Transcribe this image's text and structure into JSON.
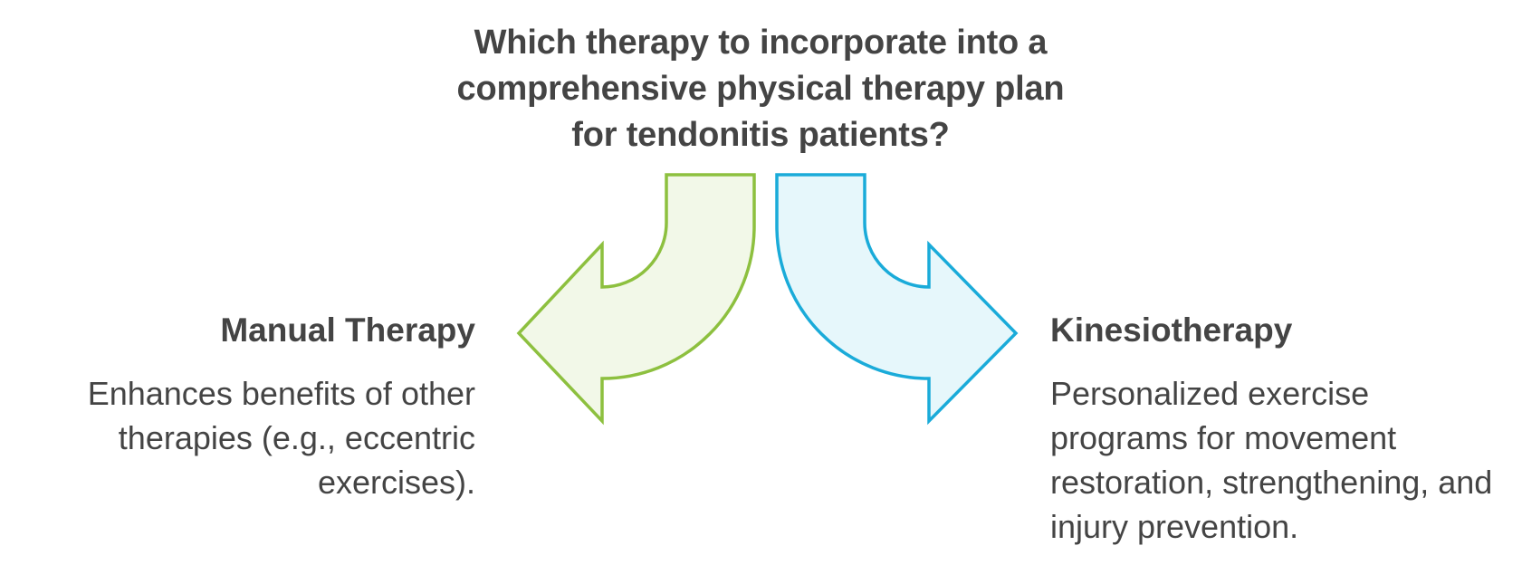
{
  "title": "Which therapy to incorporate into a comprehensive physical therapy plan for tendonitis patients?",
  "options": [
    {
      "heading": "Manual Therapy",
      "description": "Enhances benefits of other therapies (e.g., eccentric exercises).",
      "arrow_stroke": "#8dc03f",
      "arrow_fill": "#f2f8e8"
    },
    {
      "heading": "Kinesiotherapy",
      "description": "Personalized exercise programs for movement restoration, strengthening, and injury prevention.",
      "arrow_stroke": "#1aabd9",
      "arrow_fill": "#e6f7fb"
    }
  ]
}
